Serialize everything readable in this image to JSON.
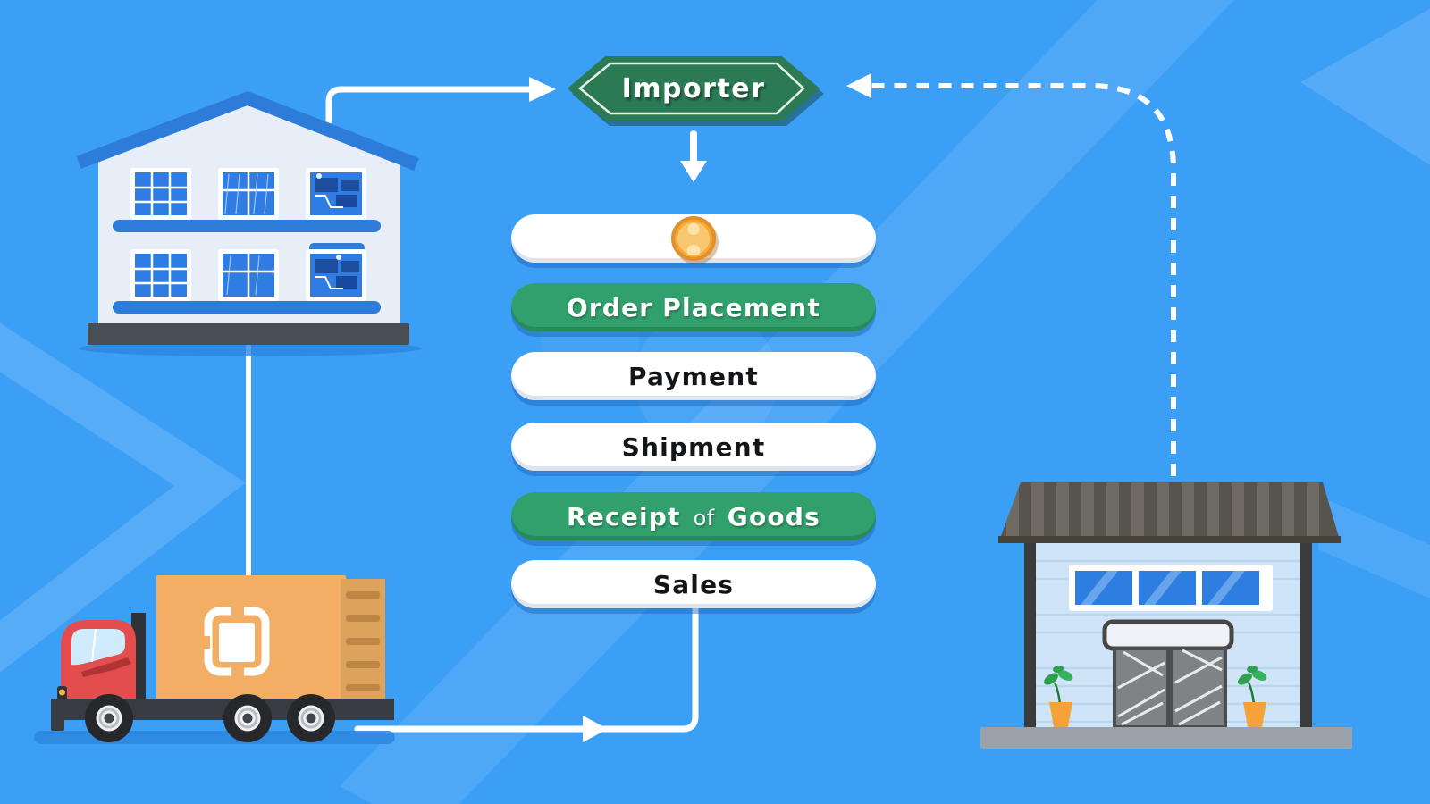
{
  "hexagon": {
    "label": "Importer"
  },
  "pills": [
    {
      "name": "currency",
      "variant": "white",
      "icon": "coin-icon",
      "label": ""
    },
    {
      "name": "order-placement",
      "variant": "green",
      "label": "Order Placement"
    },
    {
      "name": "payment",
      "variant": "white",
      "label": "Payment"
    },
    {
      "name": "shipment",
      "variant": "white",
      "label": "Shipment"
    },
    {
      "name": "receipt-of-goods",
      "variant": "green",
      "label_parts": [
        "Receipt",
        "of",
        "Goods"
      ]
    },
    {
      "name": "sales",
      "variant": "white",
      "label": "Sales"
    }
  ],
  "scene": {
    "left_building": "importer-office-building",
    "truck": "cargo-delivery-truck",
    "right_building": "exporter-warehouse",
    "connectors": [
      "building-to-importer-arrow",
      "warehouse-to-importer-dashed-arrow",
      "importer-down-arrow",
      "building-to-truck-line",
      "truck-to-sales-arrow"
    ]
  },
  "colors": {
    "background": "#3c9ff6",
    "hexagon_green": "#2b7a53",
    "pill_green": "#31a06c",
    "pill_white": "#ffffff",
    "text_dark": "#141518",
    "text_light": "#ffffff",
    "coin_gold": "#f4a93d",
    "truck_red": "#e34d4d",
    "box_orange": "#f1ae64",
    "accent_blue": "#2e7cd9"
  }
}
